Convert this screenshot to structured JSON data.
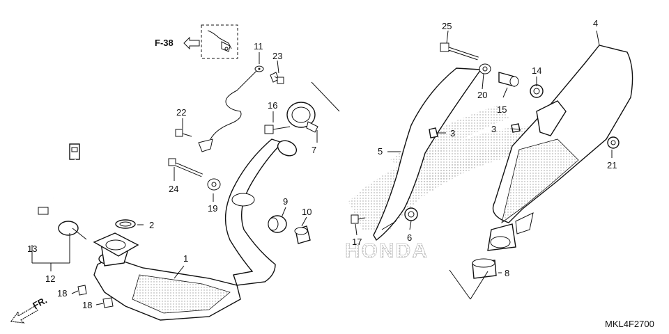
{
  "diagram": {
    "ref_code": "MKL4F2700",
    "figure_ref": "F-38",
    "direction_label": "FR.",
    "watermark": "HONDA",
    "callouts": {
      "c1": "1",
      "c2": "2",
      "c3a": "3",
      "c3b": "3",
      "c4": "4",
      "c5": "5",
      "c6": "6",
      "c7": "7",
      "c8": "8",
      "c9": "9",
      "c10": "10",
      "c11": "11",
      "c12": "12",
      "c13": "13",
      "c14": "14",
      "c15": "15",
      "c16": "16",
      "c17": "17",
      "c18a": "18",
      "c18b": "18",
      "c19": "19",
      "c20": "20",
      "c21": "21",
      "c22": "22",
      "c23": "23",
      "c24": "24",
      "c25": "25"
    }
  }
}
